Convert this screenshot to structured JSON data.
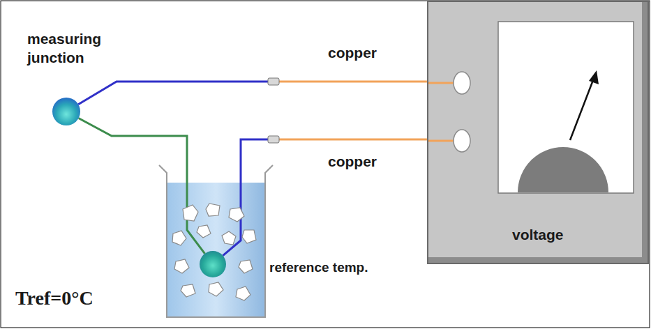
{
  "diagram": {
    "nodes": [
      {
        "text": [
          "measuring junction"
        ]
      },
      {
        "text": [
          "reference temp."
        ]
      },
      {
        "text": [
          "voltage"
        ]
      }
    ],
    "edges": [
      {
        "from": 0,
        "to": 2,
        "label": "copper",
        "arrow": "none"
      },
      {
        "from": 1,
        "to": 2,
        "label": "copper",
        "arrow": "none"
      },
      {
        "from": 0,
        "to": 1,
        "arrow": "none"
      }
    ],
    "labels": [
      "Tref=0°C"
    ]
  }
}
